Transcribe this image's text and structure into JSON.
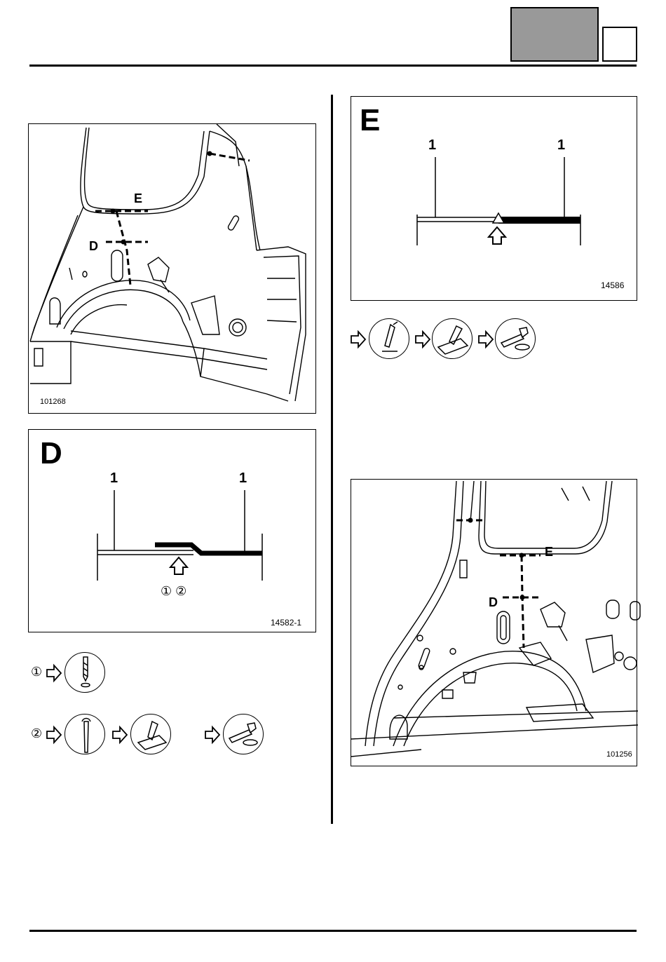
{
  "header": {
    "tab_label": "",
    "page_box": ""
  },
  "left_fig1": {
    "ref": "101268",
    "label_e": "E",
    "label_d": "D"
  },
  "figD": {
    "title": "D",
    "label_left": "1",
    "label_right": "1",
    "steps": "① ②",
    "ref": "14582-1"
  },
  "figD_tools": {
    "step1": "①",
    "step2": "②"
  },
  "figE": {
    "title": "E",
    "label_left": "1",
    "label_right": "1",
    "ref": "14586"
  },
  "right_fig2": {
    "ref": "101256",
    "label_e": "E",
    "label_d": "D"
  }
}
